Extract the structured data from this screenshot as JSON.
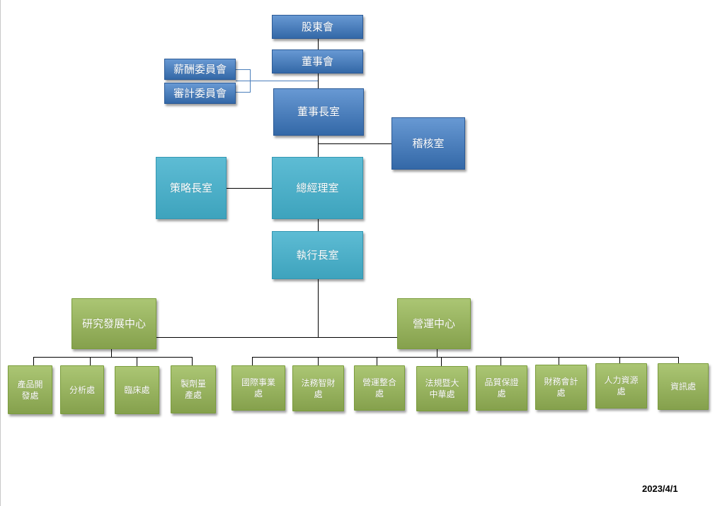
{
  "nodes": {
    "shareholders": "股東會",
    "board": "董事會",
    "compensation_committee": "薪酬委員會",
    "audit_committee": "審計委員會",
    "chairman_office": "董事長室",
    "audit_office": "稽核室",
    "strategy_office": "策略長室",
    "president_office": "總經理室",
    "ceo_office": "執行長室",
    "rd_center": "研究發展中心",
    "operations_center": "營運中心"
  },
  "rd_divisions": [
    "產品開發處",
    "分析處",
    "臨床處",
    "製劑量產處"
  ],
  "operations_divisions": [
    "國際事業處",
    "法務智財處",
    "營運整合處",
    "法規暨大中華處",
    "品質保證處",
    "財務會計處",
    "人力資源處",
    "資訊處"
  ],
  "date": "2023/4/1",
  "colors": {
    "governance_blue": "#3d7cc7",
    "executive_teal": "#43b1cd",
    "division_green": "#9bbb59"
  }
}
